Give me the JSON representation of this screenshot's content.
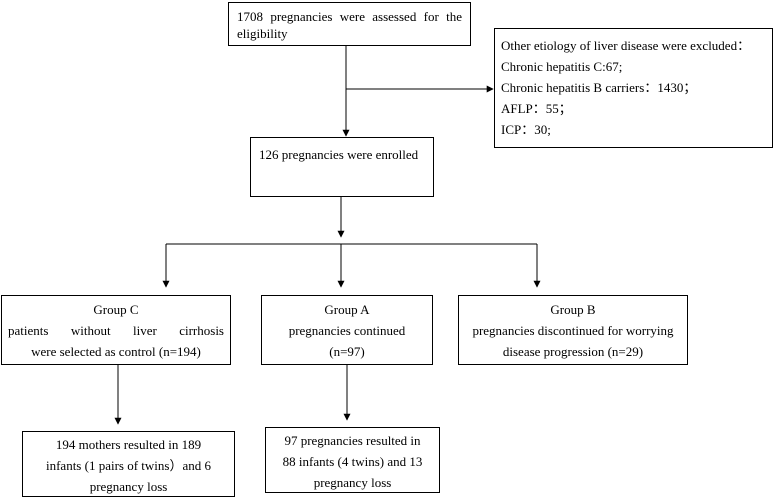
{
  "flowchart": {
    "assessed": [
      "1708 pregnancies were assessed for the",
      "eligibility"
    ],
    "excluded": [
      "Other etiology of liver disease were excluded：",
      "Chronic hepatitis C:67;",
      "Chronic hepatitis B carriers：1430；",
      "AFLP：55；",
      "ICP：30;"
    ],
    "enrolled": "126 pregnancies were enrolled",
    "group_c": [
      "Group C",
      "patients without liver cirrhosis",
      "were selected as control (n=194)"
    ],
    "group_a": [
      "Group A",
      "pregnancies continued",
      "(n=97)"
    ],
    "group_b": [
      "Group B",
      "pregnancies discontinued for worrying",
      "disease progression (n=29)"
    ],
    "outcome_c": [
      "194 mothers resulted in 189",
      "infants (1 pairs of twins）and 6",
      "pregnancy loss"
    ],
    "outcome_a": [
      "97 pregnancies resulted in",
      "88 infants (4 twins) and 13",
      "pregnancy loss"
    ]
  }
}
